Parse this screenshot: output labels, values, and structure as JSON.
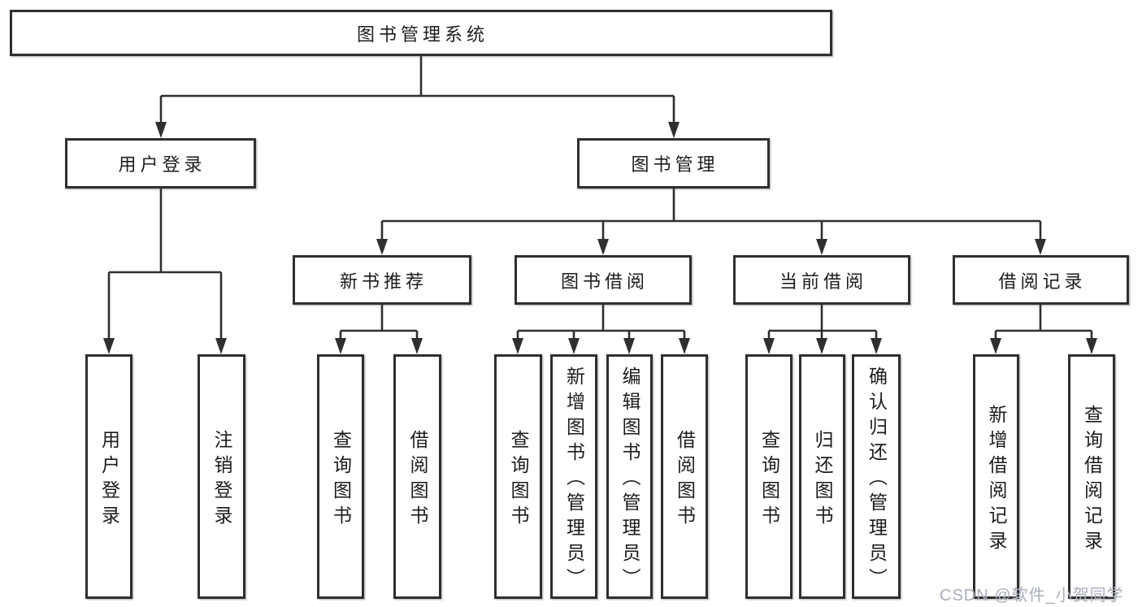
{
  "diagram": {
    "tree": {
      "label": "图书管理系统",
      "children": [
        {
          "label": "用户登录",
          "children": [
            {
              "label": "用户登录"
            },
            {
              "label": "注销登录"
            }
          ]
        },
        {
          "label": "图书管理",
          "children": [
            {
              "label": "新书推荐",
              "children": [
                {
                  "label": "查询图书"
                },
                {
                  "label": "借阅图书"
                }
              ]
            },
            {
              "label": "图书借阅",
              "children": [
                {
                  "label": "查询图书"
                },
                {
                  "label": "新增图书（管理员）"
                },
                {
                  "label": "编辑图书（管理员）"
                },
                {
                  "label": "借阅图书"
                }
              ]
            },
            {
              "label": "当前借阅",
              "children": [
                {
                  "label": "查询图书"
                },
                {
                  "label": "归还图书"
                },
                {
                  "label": "确认归还（管理员）"
                }
              ]
            },
            {
              "label": "借阅记录",
              "children": [
                {
                  "label": "新增借阅记录"
                },
                {
                  "label": "查询借阅记录"
                }
              ]
            }
          ]
        }
      ]
    }
  },
  "watermark": {
    "text": "CSDN @软件_小贺同学"
  },
  "colors": {
    "line": "#2f2f2f",
    "text": "#1c1c1c",
    "watermark": "#a9aebb",
    "background": "#ffffff"
  }
}
